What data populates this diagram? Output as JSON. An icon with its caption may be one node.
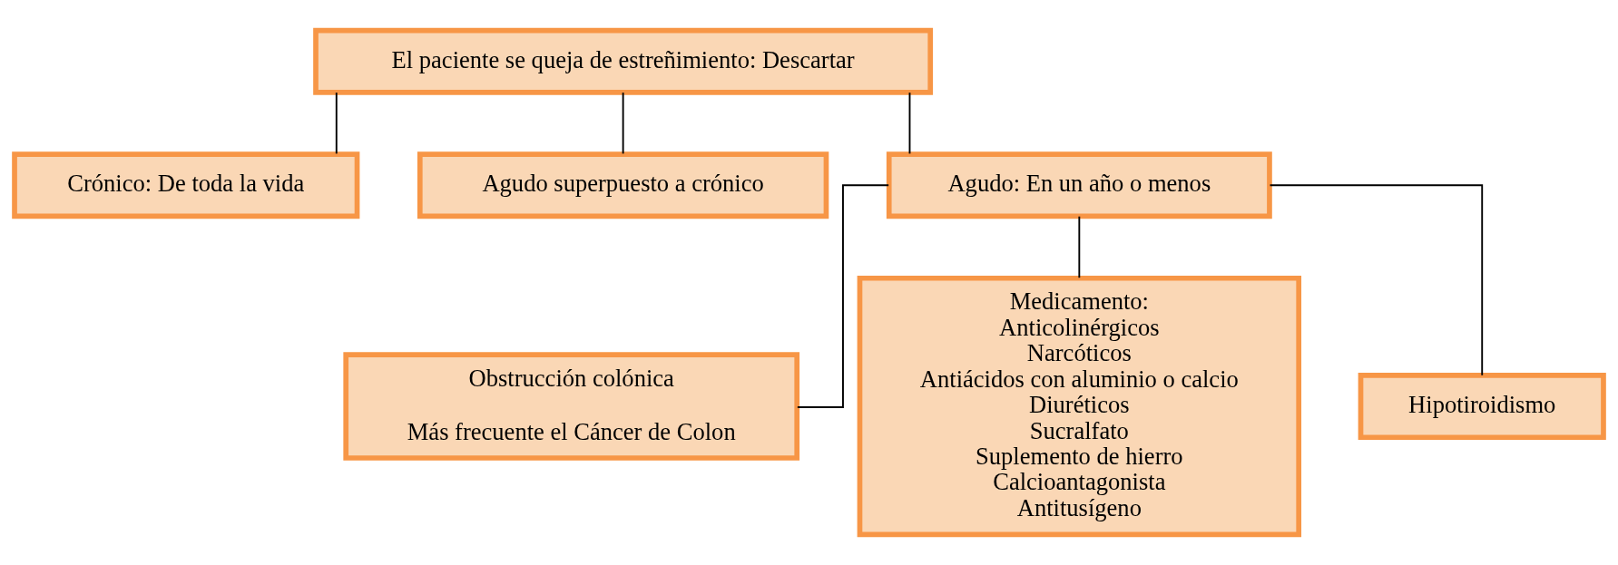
{
  "diagram": {
    "nodes": [
      {
        "text": [
          "El paciente se queja de estreñimiento: Descartar"
        ]
      },
      {
        "text": [
          "Crónico: De toda la vida"
        ]
      },
      {
        "text": [
          "Agudo superpuesto a crónico"
        ]
      },
      {
        "text": [
          "Agudo: En un año o menos"
        ]
      },
      {
        "text": [
          "Obstrucción colónica",
          "Más frecuente el Cáncer de Colon"
        ]
      },
      {
        "text": [
          "Medicamento:",
          "Anticolinérgicos",
          "Narcóticos",
          "Antiácidos con aluminio o calcio",
          "Diuréticos",
          "Sucralfato",
          "Suplemento de hierro",
          "Calcioantagonista",
          "Antitusígeno"
        ]
      },
      {
        "text": [
          "Hipotiroidismo"
        ]
      }
    ],
    "edges": [
      {
        "from": 0,
        "to": 1,
        "arrow": "none"
      },
      {
        "from": 0,
        "to": 2,
        "arrow": "none"
      },
      {
        "from": 0,
        "to": 3,
        "arrow": "none"
      },
      {
        "from": 3,
        "to": 4,
        "arrow": "none"
      },
      {
        "from": 3,
        "to": 5,
        "arrow": "none"
      },
      {
        "from": 3,
        "to": 6,
        "arrow": "none"
      }
    ]
  }
}
